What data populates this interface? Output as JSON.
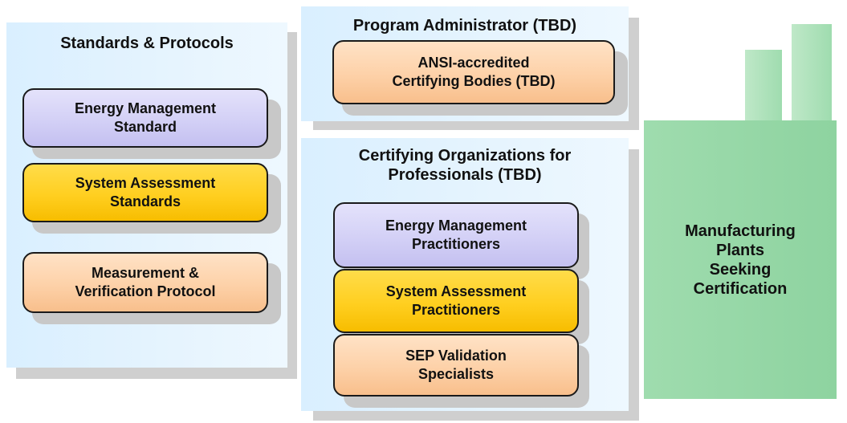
{
  "standards_panel": {
    "title": "Standards & Protocols",
    "items": [
      {
        "label_line1": "Energy Management",
        "label_line2": "Standard",
        "color": "purple"
      },
      {
        "label_line1": "System Assessment",
        "label_line2": "Standards",
        "color": "yellow"
      },
      {
        "label_line1": "Measurement &",
        "label_line2": "Verification Protocol",
        "color": "orange"
      }
    ]
  },
  "admin_panel": {
    "title": "Program Administrator (TBD)",
    "items": [
      {
        "label_line1": "ANSI-accredited",
        "label_line2": "Certifying Bodies (TBD)",
        "color": "orange"
      }
    ]
  },
  "professionals_panel": {
    "title_line1": "Certifying Organizations for",
    "title_line2": "Professionals (TBD)",
    "items": [
      {
        "label_line1": "Energy Management",
        "label_line2": "Practitioners",
        "color": "purple"
      },
      {
        "label_line1": "System Assessment",
        "label_line2": "Practitioners",
        "color": "yellow"
      },
      {
        "label_line1": "SEP Validation",
        "label_line2": "Specialists",
        "color": "orange"
      }
    ]
  },
  "factory": {
    "label_line1": "Manufacturing",
    "label_line2": "Plants",
    "label_line3": "Seeking",
    "label_line4": "Certification",
    "color": "#94d6a5"
  },
  "colors": {
    "panel": "#e0f2ff",
    "purple": "#d3d0f6",
    "yellow": "#ffcf20",
    "orange": "#fdd1a8",
    "shadow": "#cfcfcf"
  }
}
